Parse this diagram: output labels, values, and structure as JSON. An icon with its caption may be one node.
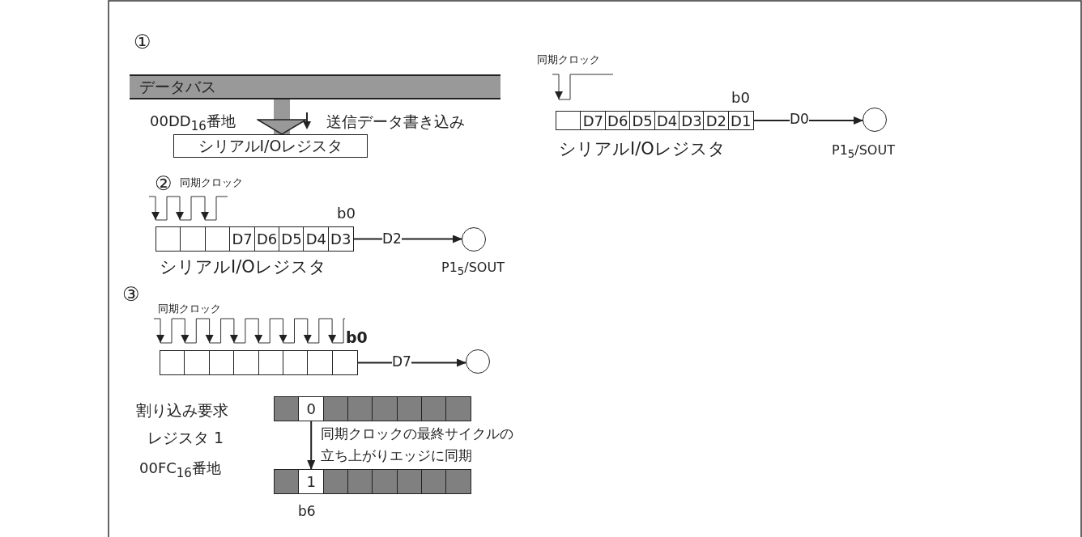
{
  "diagram": {
    "nodes": [
      {
        "text": [
          "データバス"
        ]
      },
      {
        "text": [
          "シリアルI/Oレジスタ"
        ]
      },
      {
        "text": [],
        "shape": "box"
      },
      {
        "text": [
          "D7"
        ]
      },
      {
        "text": [
          "D6"
        ]
      },
      {
        "text": [
          "D5"
        ]
      },
      {
        "text": [
          "D4"
        ]
      },
      {
        "text": [
          "D3"
        ]
      },
      {
        "text": [
          "D2"
        ]
      },
      {
        "text": [
          "D1"
        ]
      },
      {
        "text": [],
        "shape": "circle",
        "beside": [
          "P1$_{5}$/SOUT"
        ]
      },
      {
        "text": [],
        "shape": "box"
      },
      {
        "text": [],
        "shape": "box"
      },
      {
        "text": [],
        "shape": "box"
      },
      {
        "text": [
          "D7"
        ]
      },
      {
        "text": [
          "D6"
        ]
      },
      {
        "text": [
          "D5"
        ]
      },
      {
        "text": [
          "D4"
        ]
      },
      {
        "text": [
          "D3"
        ]
      },
      {
        "text": [],
        "shape": "circle",
        "beside": [
          "P1$_{5}$/SOUT"
        ]
      },
      {
        "text": [],
        "shape": "box"
      },
      {
        "text": [],
        "shape": "box"
      },
      {
        "text": [],
        "shape": "box"
      },
      {
        "text": [],
        "shape": "box"
      },
      {
        "text": [],
        "shape": "box"
      },
      {
        "text": [],
        "shape": "box"
      },
      {
        "text": [],
        "shape": "box"
      },
      {
        "text": [],
        "shape": "box"
      },
      {
        "text": [],
        "shape": "circle"
      },
      {
        "text": [],
        "shape": "box"
      },
      {
        "text": [
          "0"
        ]
      },
      {
        "text": [],
        "shape": "box"
      },
      {
        "text": [],
        "shape": "box"
      },
      {
        "text": [],
        "shape": "box"
      },
      {
        "text": [],
        "shape": "box"
      },
      {
        "text": [],
        "shape": "box"
      },
      {
        "text": [],
        "shape": "box"
      },
      {
        "text": [],
        "shape": "box"
      },
      {
        "text": [
          "1"
        ]
      },
      {
        "text": [],
        "shape": "box"
      },
      {
        "text": [],
        "shape": "box"
      },
      {
        "text": [],
        "shape": "box"
      },
      {
        "text": [],
        "shape": "box"
      },
      {
        "text": [],
        "shape": "box"
      },
      {
        "text": [],
        "shape": "box"
      }
    ],
    "edges": [
      {
        "from": 0,
        "to": 1,
        "arrow": "to",
        "style": "thick",
        "color": "#999999"
      },
      {
        "from": 9,
        "to": 10,
        "arrow": "to",
        "label": "D0"
      },
      {
        "from": 18,
        "to": 19,
        "arrow": "to",
        "label": "D2"
      },
      {
        "from": 27,
        "to": 28,
        "arrow": "to",
        "label": "D7"
      },
      {
        "from": 30,
        "to": 38,
        "arrow": "to",
        "label": "同期クロックの最終サイクルの立ち上がりエッジに同期"
      }
    ],
    "labels": [
      "①",
      "00DD$_{16}$番地",
      "送信データ書き込み",
      "同期クロック",
      "b0",
      "シリアルI/Oレジスタ",
      "②",
      "同期クロック",
      "b0",
      "シリアルI/Oレジスタ",
      "③",
      "同期クロック",
      "b0",
      "割り込み要求",
      "レジスタ 1",
      "00FC$_{16}$番地",
      "b6"
    ]
  }
}
